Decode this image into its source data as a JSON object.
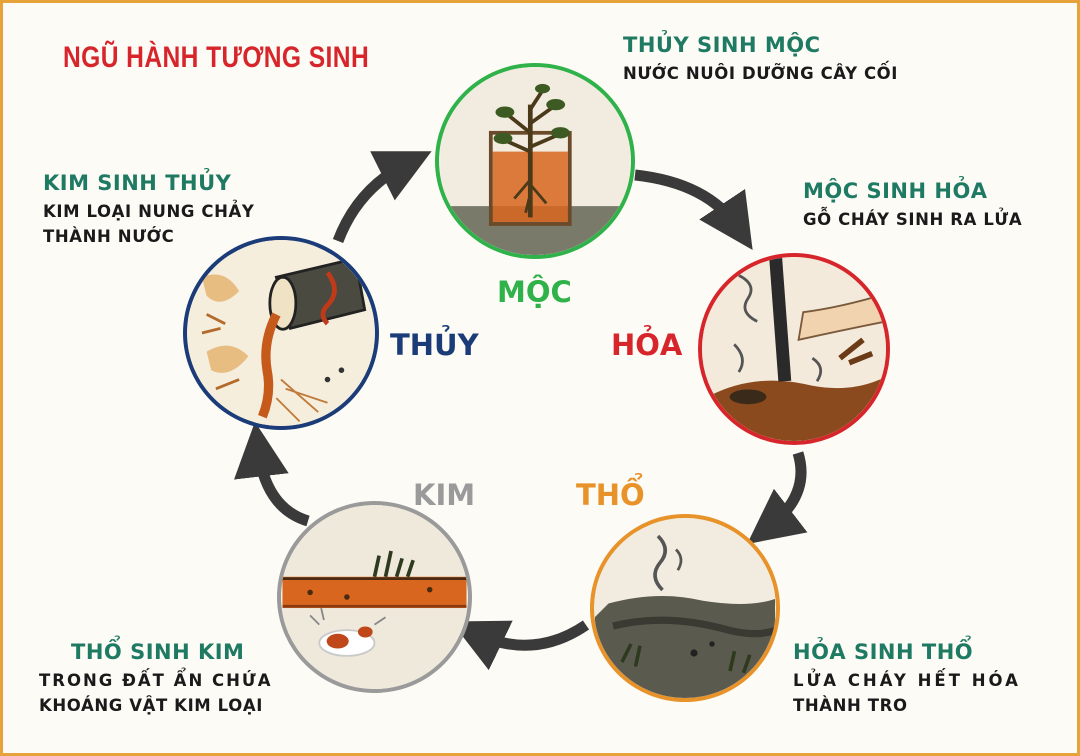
{
  "title": "NGŨ HÀNH TƯƠNG SINH",
  "colors": {
    "title": "#d7262b",
    "heading": "#1f7a63",
    "moc": "#2fb24a",
    "hoa": "#d7262b",
    "tho": "#e8922a",
    "kim": "#9a9a9a",
    "thuy": "#1b3c78",
    "arrow": "#3a3a3a",
    "frame": "#e8a23a"
  },
  "elements": {
    "moc": "MỘC",
    "hoa": "HỎA",
    "tho": "THỔ",
    "kim": "KIM",
    "thuy": "THỦY"
  },
  "relations": {
    "thuy_sinh_moc": {
      "heading": "THỦY SINH MỘC",
      "lines": [
        "NƯỚC NUÔI DƯỠNG CÂY CỐI"
      ]
    },
    "moc_sinh_hoa": {
      "heading": "MỘC SINH HỎA",
      "lines": [
        "GỖ CHÁY SINH RA LỬA"
      ]
    },
    "hoa_sinh_tho": {
      "heading": "HỎA SINH THỔ",
      "lines": [
        "LỬA CHÁY HẾT HÓA",
        "THÀNH TRO"
      ]
    },
    "tho_sinh_kim": {
      "heading": "THỔ SINH KIM",
      "lines": [
        "TRONG ĐẤT ẨN CHỨA",
        "KHOÁNG VẬT KIM LOẠI"
      ]
    },
    "kim_sinh_thuy": {
      "heading": "KIM SINH THỦY",
      "lines": [
        "KIM LOẠI NUNG CHẢY",
        "THÀNH NƯỚC"
      ]
    }
  },
  "icons": {
    "moc": "plant-in-water-icon",
    "hoa": "fire-stick-icon",
    "tho": "ash-ground-icon",
    "kim": "ore-in-earth-icon",
    "thuy": "molten-metal-pour-icon"
  }
}
